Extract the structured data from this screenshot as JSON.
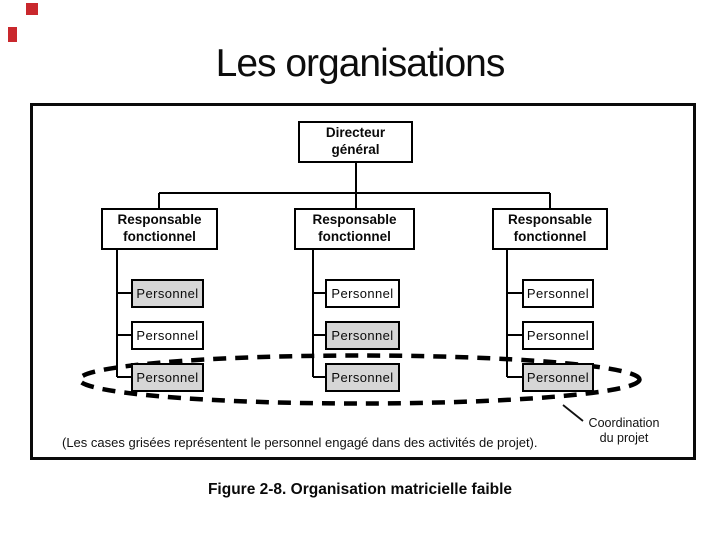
{
  "slide": {
    "title": "Les organisations"
  },
  "ornaments": {
    "color": "#c9282d"
  },
  "diagram": {
    "root_label": "Directeur général",
    "managers": [
      {
        "label": "Responsable fonctionnel"
      },
      {
        "label": "Responsable fonctionnel"
      },
      {
        "label": "Responsable fonctionnel"
      }
    ],
    "columns": [
      {
        "rows": [
          {
            "label": "Personnel",
            "shaded": true
          },
          {
            "label": "Personnel",
            "shaded": false
          },
          {
            "label": "Personnel",
            "shaded": true
          }
        ]
      },
      {
        "rows": [
          {
            "label": "Personnel",
            "shaded": false
          },
          {
            "label": "Personnel",
            "shaded": true
          },
          {
            "label": "Personnel",
            "shaded": true
          }
        ]
      },
      {
        "rows": [
          {
            "label": "Personnel",
            "shaded": false
          },
          {
            "label": "Personnel",
            "shaded": false
          },
          {
            "label": "Personnel",
            "shaded": true
          }
        ]
      }
    ],
    "annotation": {
      "line1": "Coordination",
      "line2": "du projet"
    },
    "note": "(Les cases grisées représentent le personnel engagé dans des activités de projet).",
    "colors": {
      "shaded_fill": "#d6d6d6",
      "line": "#000000",
      "background": "#ffffff"
    }
  },
  "caption": {
    "text": "Figure 2-8. Organisation matricielle faible"
  }
}
